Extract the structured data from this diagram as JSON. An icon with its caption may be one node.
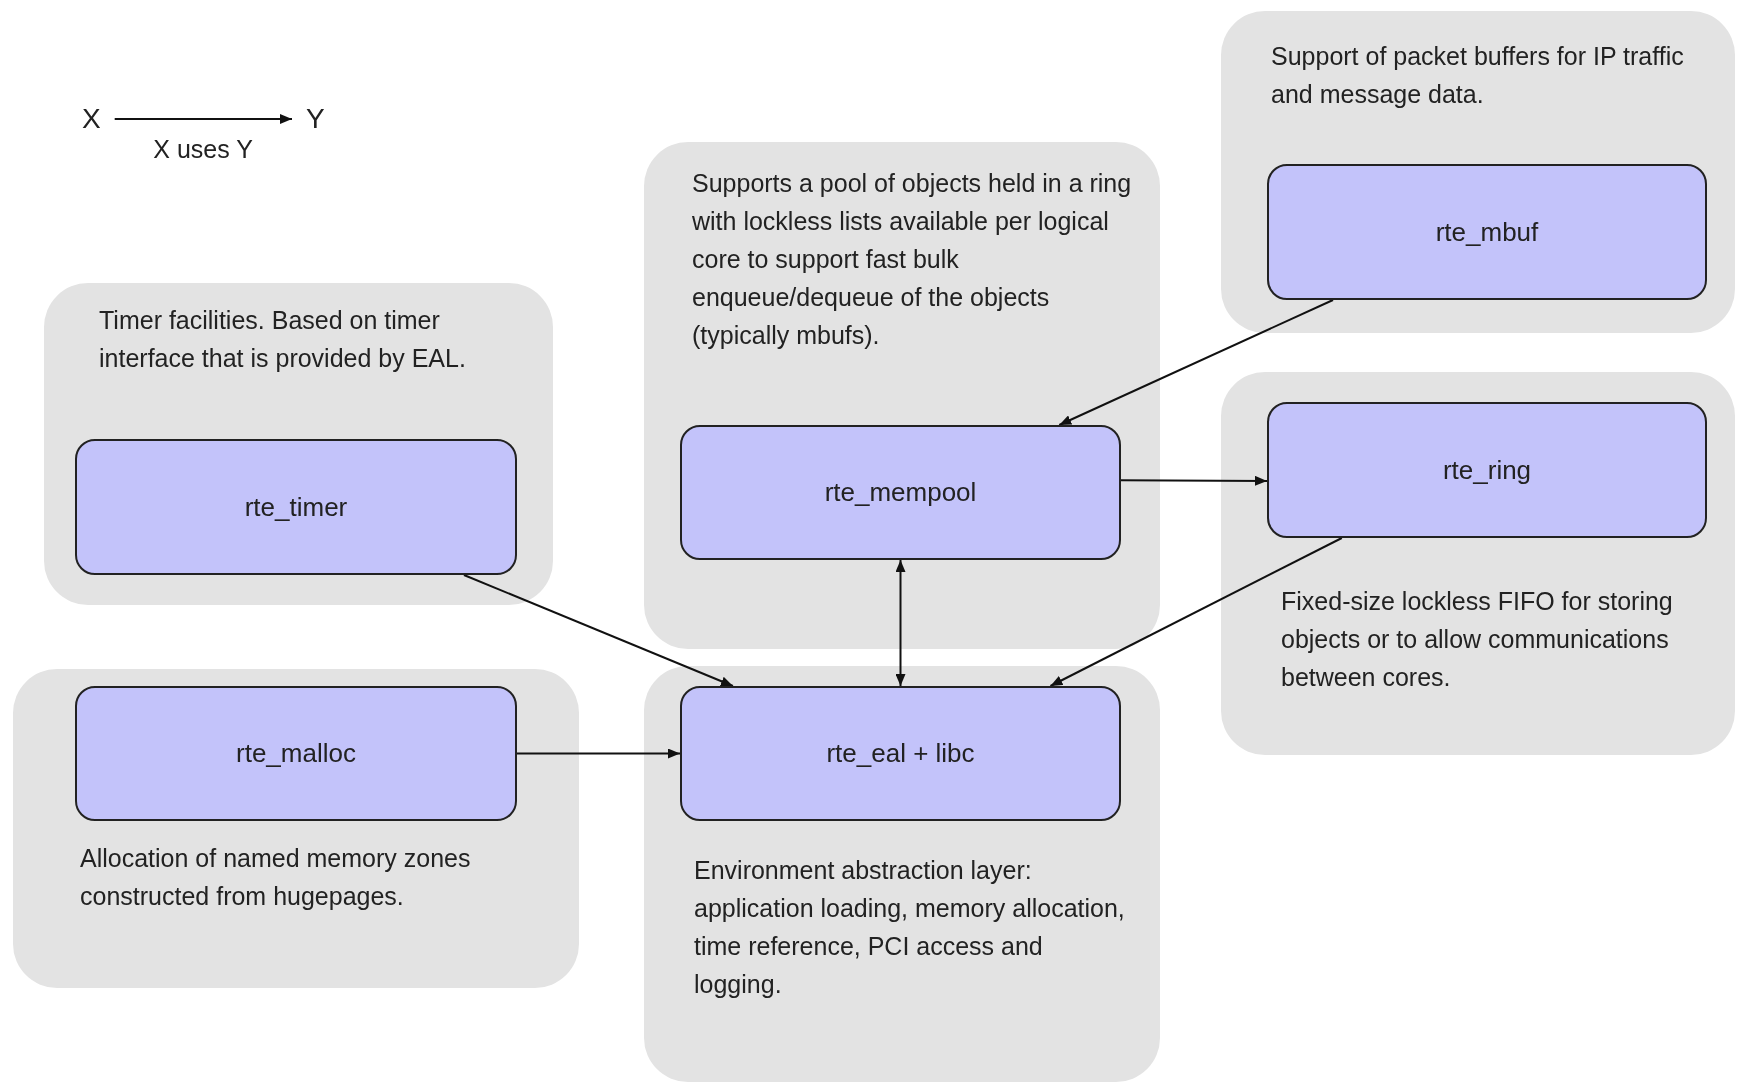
{
  "diagram": {
    "nodes": [
      {
        "text": [
          "X"
        ]
      },
      {
        "text": [
          "Y"
        ]
      },
      {
        "text": [
          "Support of packet buffers for IP traffic and message data."
        ]
      },
      {
        "text": [
          "rte_mbuf"
        ],
        "in": 2
      },
      {
        "text": [
          "Supports a pool of objects held in a ring with lockless lists available per logical core to support fast bulk enqueue/dequeue of the objects (typically mbufs)."
        ]
      },
      {
        "text": [
          "rte_mempool"
        ],
        "in": 4
      },
      {
        "text": [
          "Timer facilities. Based on timer interface that is provided by EAL."
        ]
      },
      {
        "text": [
          "rte_timer"
        ],
        "in": 6
      },
      {
        "text": [
          "Fixed-size lockless FIFO for storing objects or to allow communications between cores."
        ]
      },
      {
        "text": [
          "rte_ring"
        ],
        "in": 8
      },
      {
        "text": [
          "Allocation of named memory zones constructed from hugepages."
        ]
      },
      {
        "text": [
          "rte_malloc"
        ],
        "in": 10
      },
      {
        "text": [
          "Environment abstraction layer: application loading, memory allocation, time reference, PCI access and logging."
        ]
      },
      {
        "text": [
          "rte_eal + libc"
        ],
        "in": 12
      }
    ],
    "edges": [
      {
        "from": 0,
        "to": 1,
        "arrow": "to",
        "label": "X uses Y"
      },
      {
        "from": 3,
        "to": 5,
        "arrow": "to"
      },
      {
        "from": 5,
        "to": 9,
        "arrow": "to"
      },
      {
        "from": 5,
        "to": 13,
        "arrow": "both"
      },
      {
        "from": 7,
        "to": 13,
        "arrow": "to"
      },
      {
        "from": 9,
        "to": 13,
        "arrow": "to"
      },
      {
        "from": 11,
        "to": 13,
        "arrow": "to"
      }
    ]
  }
}
